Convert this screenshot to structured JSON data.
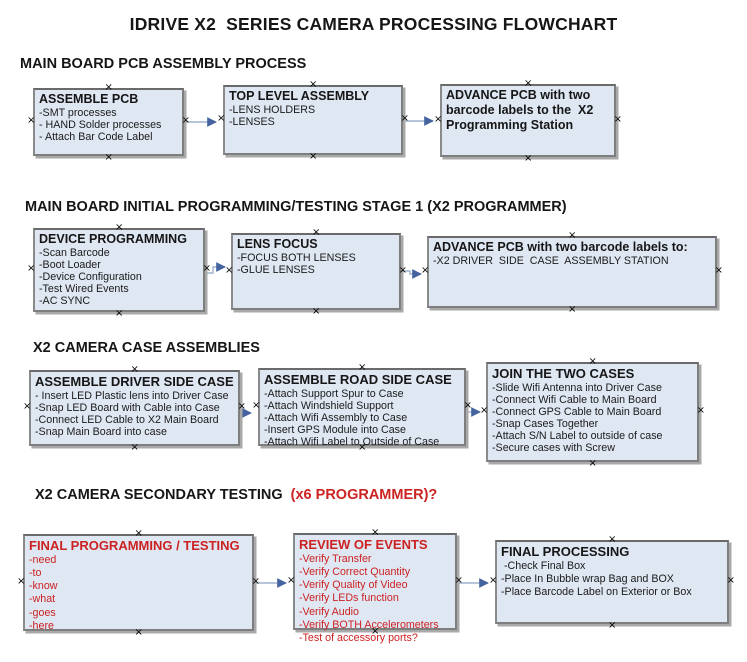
{
  "title": "IDRIVE X2  SERIES CAMERA PROCESSING FLOWCHART",
  "icons": {
    "anchor": "×",
    "arrowhead": "right-arrow"
  },
  "colors": {
    "box_fill": "#dfe7f3",
    "box_border": "#7e7e7e",
    "red_text": "#cc2222",
    "arrow_line": "#9fb2cd",
    "arrow_head": "#44639f"
  },
  "sections": [
    {
      "heading": "MAIN BOARD PCB ASSEMBLY PROCESS",
      "boxes": [
        {
          "title": "ASSEMBLE PCB",
          "items": [
            "-SMT processes",
            "- HAND Solder processes",
            "- Attach Bar Code Label"
          ]
        },
        {
          "title": "TOP LEVEL ASSEMBLY",
          "items": [
            "-LENS HOLDERS",
            "-LENSES"
          ]
        },
        {
          "title": "ADVANCE PCB with two barcode labels to the  X2 Programming Station",
          "items": []
        }
      ]
    },
    {
      "heading": "MAIN BOARD INITIAL PROGRAMMING/TESTING STAGE 1 (X2 PROGRAMMER)",
      "boxes": [
        {
          "title": "DEVICE PROGRAMMING",
          "items": [
            "-Scan Barcode",
            "-Boot Loader",
            "-Device Configuration",
            "-Test Wired Events",
            "-AC SYNC"
          ]
        },
        {
          "title": "LENS FOCUS",
          "items": [
            "-FOCUS BOTH LENSES",
            "-GLUE LENSES"
          ]
        },
        {
          "title": "ADVANCE PCB with two barcode labels to:",
          "items": [
            "-X2 DRIVER  SIDE  CASE  ASSEMBLY STATION"
          ]
        }
      ]
    },
    {
      "heading": "X2 CAMERA CASE ASSEMBLIES",
      "boxes": [
        {
          "title": "ASSEMBLE DRIVER SIDE CASE",
          "items": [
            "- Insert LED Plastic lens into Driver Case",
            "-Snap LED Board with Cable into Case",
            "-Connect LED Cable to X2 Main Board",
            "-Snap Main Board into case"
          ]
        },
        {
          "title": "ASSEMBLE ROAD SIDE CASE",
          "items": [
            "-Attach Support Spur to Case",
            "-Attach Windshield Support",
            "-Attach Wifi Assembly to Case",
            "-Insert GPS Module into Case",
            "-Attach Wifi Label to Outside of Case"
          ]
        },
        {
          "title": "JOIN THE TWO CASES",
          "items": [
            "-Slide Wifi Antenna into Driver Case",
            "-Connect Wifi Cable to Main Board",
            "-Connect GPS Cable to Main Board",
            "-Snap Cases Together",
            "-Attach S/N Label to outside of case",
            "-Secure cases with Screw"
          ]
        }
      ]
    },
    {
      "heading": "X2 CAMERA SECONDARY TESTING ",
      "heading_suffix": " (x6 PROGRAMMER)?",
      "boxes": [
        {
          "title": "FINAL PROGRAMMING / TESTING",
          "items": [
            "-need",
            "-to",
            "-know",
            "-what",
            "-goes",
            "-here"
          ]
        },
        {
          "title": "REVIEW OF EVENTS",
          "items": [
            "-Verify Transfer",
            "-Verify Correct Quantity",
            "-Verify Quality of Video",
            "-Verify LEDs function",
            "-Verify Audio",
            "-Verify BOTH Accelerometers",
            "-Test of accessory ports?"
          ]
        },
        {
          "title": "FINAL PROCESSING",
          "items": [
            " -Check Final Box",
            "-Place In Bubble wrap Bag and BOX",
            "-Place Barcode Label on Exterior or Box"
          ]
        }
      ]
    }
  ]
}
